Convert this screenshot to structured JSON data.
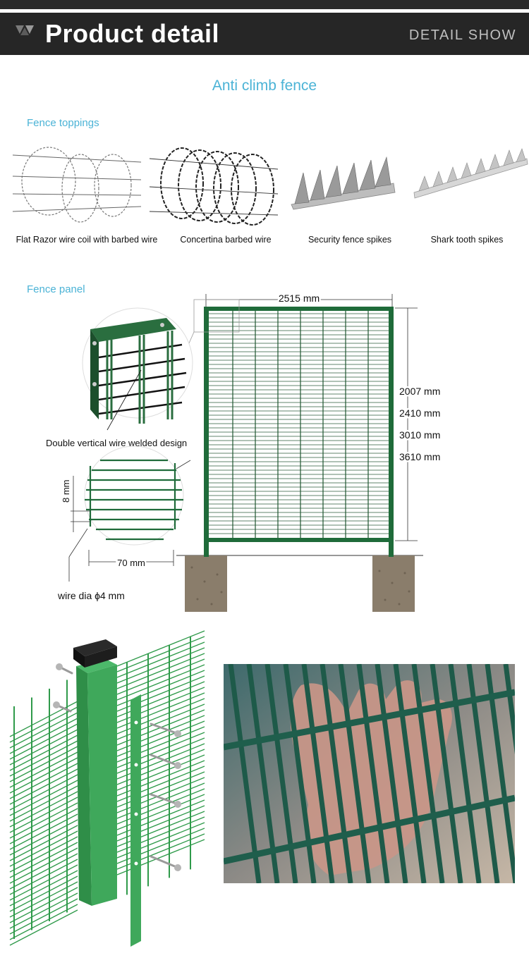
{
  "header": {
    "title": "Product detail",
    "subtitle": "DETAIL SHOW",
    "logo_icon": "triangle-logo-icon"
  },
  "section_title": "Anti climb fence",
  "toppings": {
    "heading": "Fence toppings",
    "items": [
      {
        "label": "Flat Razor wire coil with barbed wire",
        "icon": "flat-razor-wire-icon"
      },
      {
        "label": "Concertina barbed wire",
        "icon": "concertina-wire-icon"
      },
      {
        "label": "Security fence spikes",
        "icon": "security-spikes-icon"
      },
      {
        "label": "Shark tooth spikes",
        "icon": "shark-tooth-spikes-icon"
      }
    ]
  },
  "panel": {
    "heading": "Fence panel",
    "width_label": "2515 mm",
    "heights": [
      "2007 mm",
      "2410 mm",
      "3010 mm",
      "3610 mm"
    ],
    "detail_label": "Double vertical wire welded design",
    "spacing_vertical": "8 mm",
    "spacing_horizontal": "70 mm",
    "wire_dia": "wire dia ɸ4 mm"
  },
  "colors": {
    "header_bg": "#262626",
    "accent": "#4bb3d6",
    "fence_green": "#1f6b3a"
  }
}
